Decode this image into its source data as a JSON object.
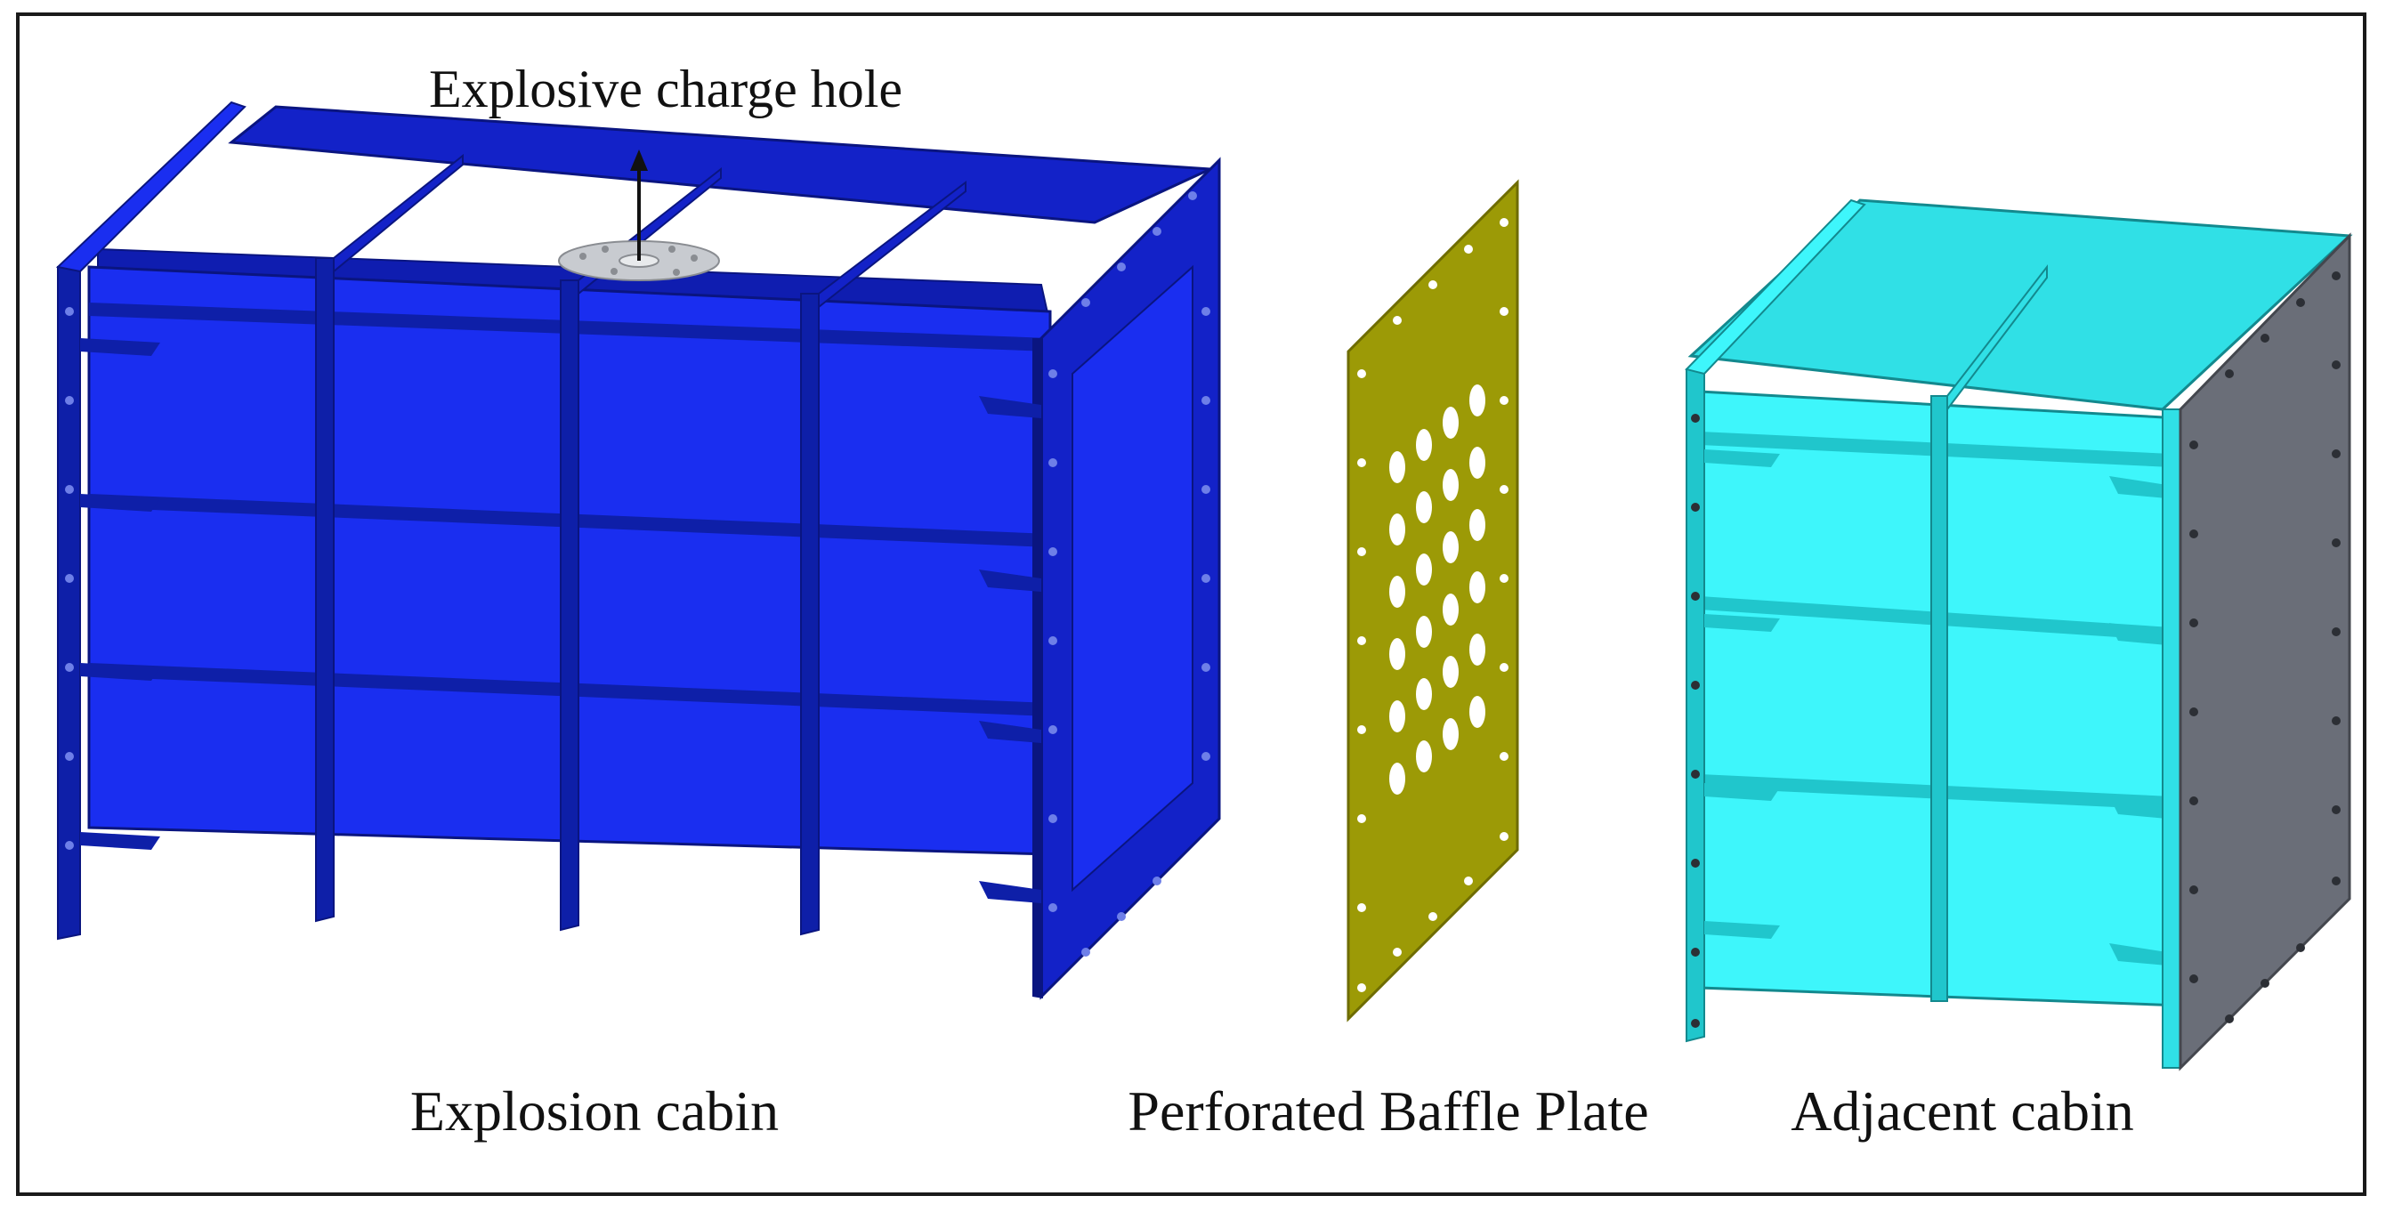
{
  "labels": {
    "charge_hole": "Explosive charge hole",
    "explosion_cabin": "Explosion cabin",
    "baffle_plate": "Perforated Baffle Plate",
    "adjacent_cabin": "Adjacent cabin"
  },
  "colors": {
    "explosion_cabin": "#1a2ef0",
    "explosion_cabin_dark": "#0e1fa8",
    "explosion_cabin_edge": "#0a1580",
    "baffle_plate": "#9c9a06",
    "baffle_plate_edge": "#6e6c02",
    "adjacent_cabin": "#3ef6fb",
    "adjacent_cabin_dark": "#20c6cc",
    "adjacent_cabin_edge": "#13898e",
    "adjacent_endplate": "#6a6e78",
    "charge_flange": "#c8cbd0",
    "frame": "#1a1a1a"
  }
}
